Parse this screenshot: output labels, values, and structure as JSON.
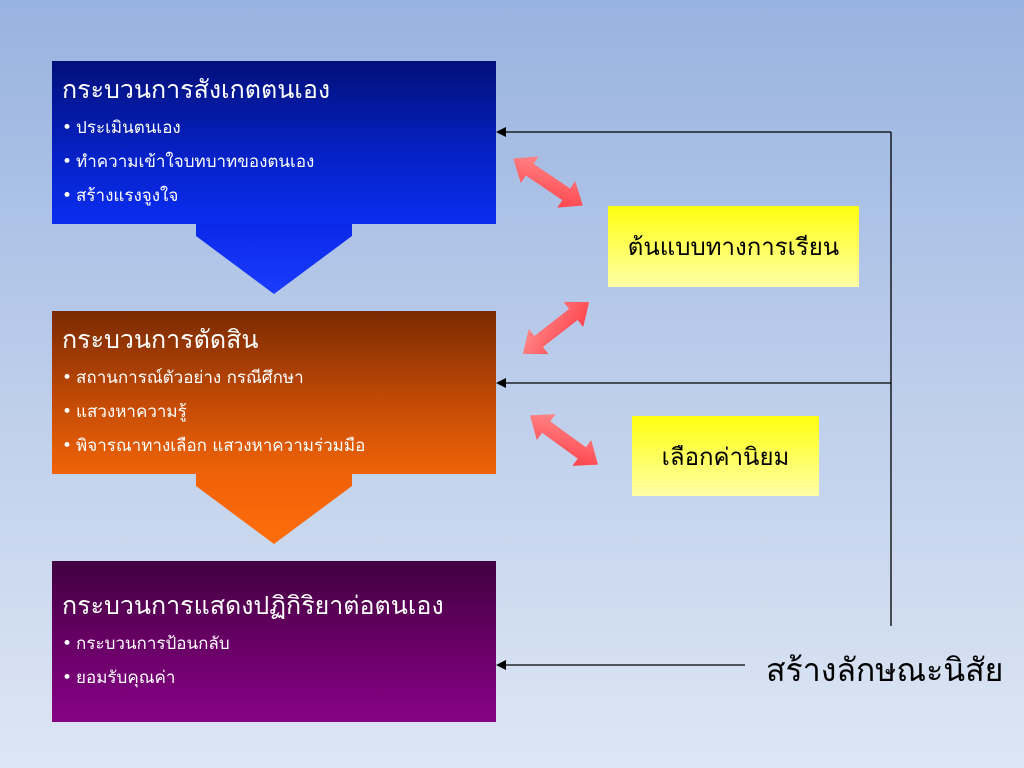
{
  "boxes": {
    "observe": {
      "title": "กระบวนการสังเกตตนเอง",
      "bullet": "•",
      "items": [
        "ประเมินตนเอง",
        "ทำความเข้าใจบทบาทของตนเอง",
        "สร้างแรงจูงใจ"
      ]
    },
    "decide": {
      "title": "กระบวนการตัดสิน",
      "bullet": "•",
      "items": [
        "สถานการณ์ตัวอย่าง กรณีศึกษา",
        "แสวงหาความรู้",
        "พิจารณาทางเลือก แสวงหาความร่วมมือ"
      ]
    },
    "react": {
      "title": "กระบวนการแสดงปฏิกิริยาต่อตนเอง",
      "bullet": "•",
      "items": [
        "กระบวนการป้อนกลับ",
        "ยอมรับคุณค่า"
      ]
    }
  },
  "labels": {
    "model": "ต้นแบบทางการเรียน",
    "values": "เลือกค่านิยม",
    "character": "สร้างลักษณะนิสัย"
  },
  "colors": {
    "observe_box": "#0522c8",
    "decide_box": "#e05a08",
    "react_box": "#6b0068",
    "observe_arrow": "#0a28e8",
    "decide_arrow": "#ff6a08",
    "label_fill": "#ffff60",
    "double_arrow": "#ff5a60",
    "connector_line": "#000000"
  }
}
